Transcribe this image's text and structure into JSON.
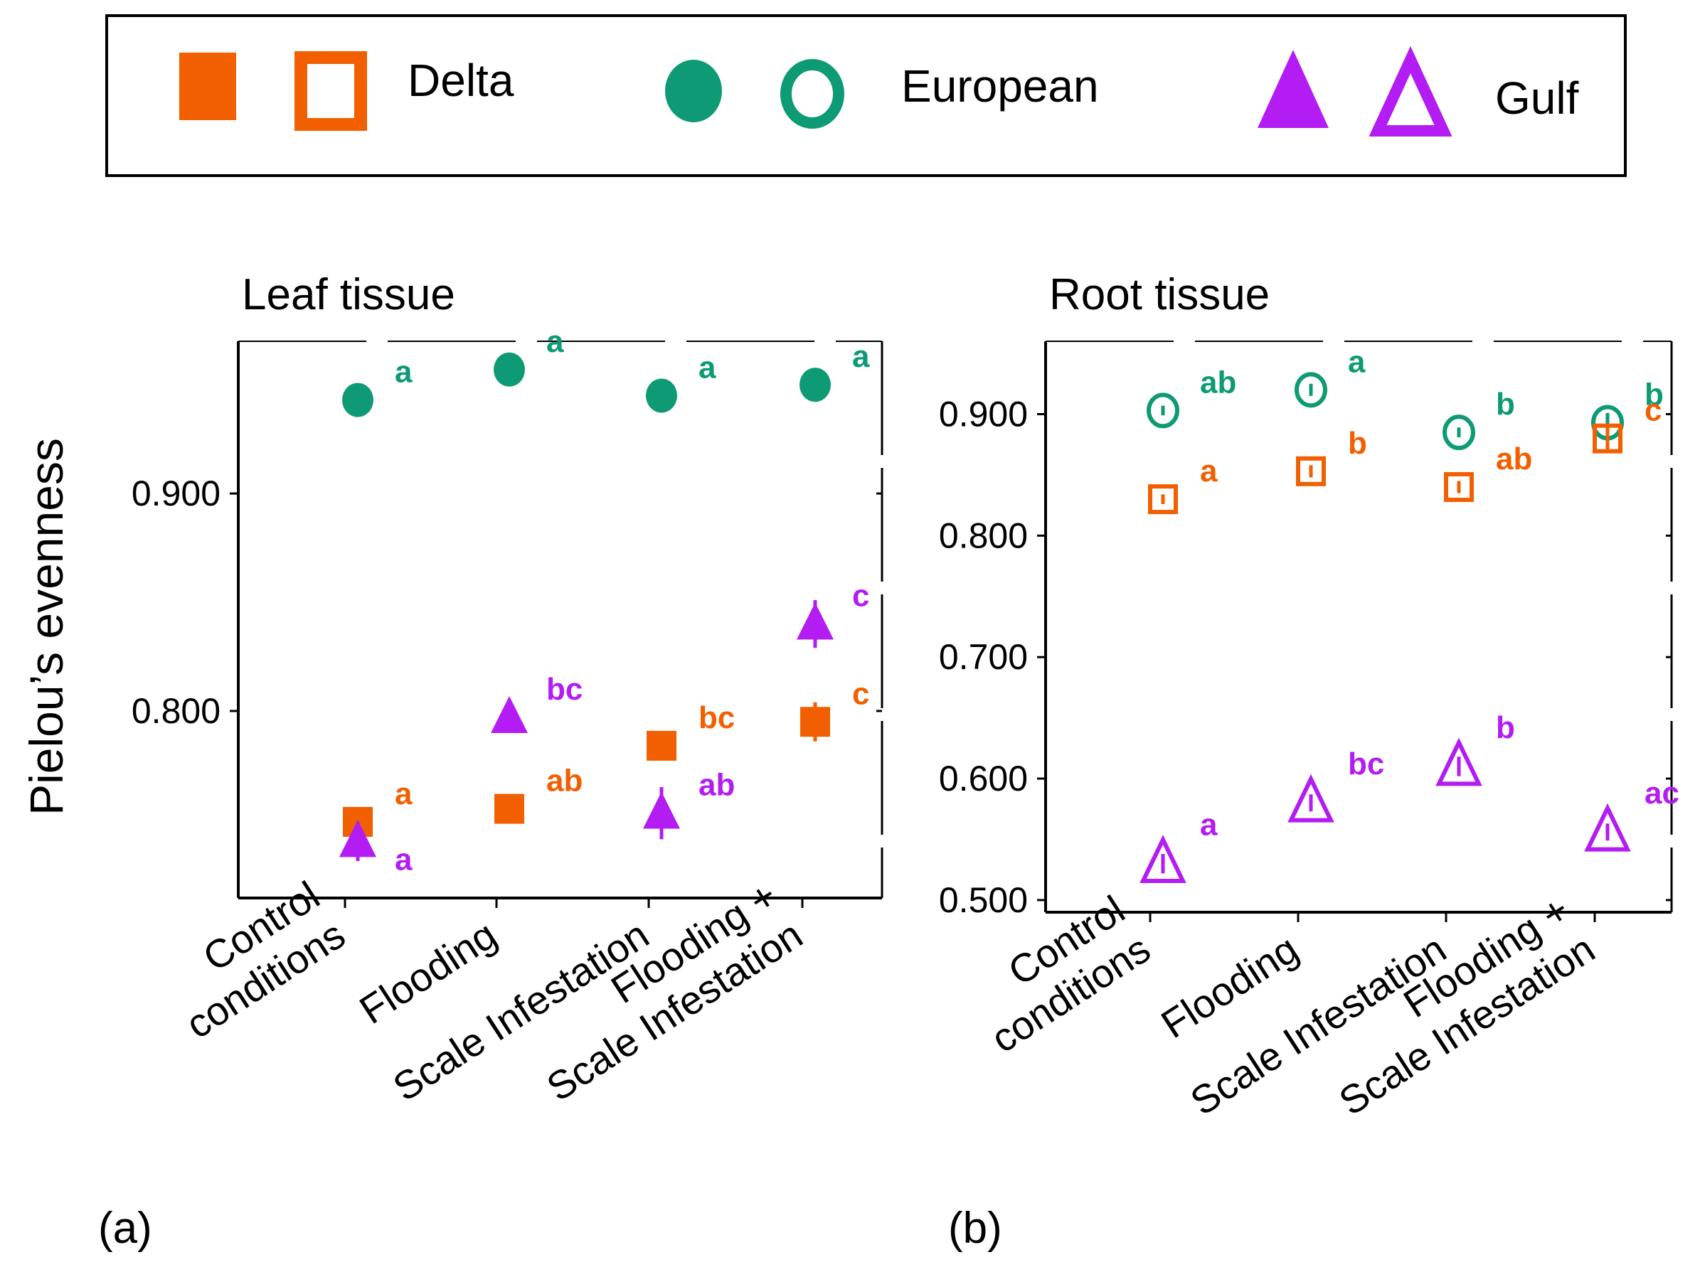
{
  "legend": {
    "items": [
      {
        "label": "Delta",
        "color": "#F25F00",
        "shape": "square"
      },
      {
        "label": "European",
        "color": "#0D9A74",
        "shape": "circle"
      },
      {
        "label": "Gulf",
        "color": "#B31CF2",
        "shape": "triangle"
      }
    ]
  },
  "chart_data": [
    {
      "type": "scatter",
      "title": "Leaf tissue",
      "panel_label": "(a)",
      "ylabel": "Pielou’s evenness",
      "categories": [
        "Control conditions",
        "Flooding",
        "Scale Infestation",
        "Flooding + Scale Infestation"
      ],
      "category_lines": [
        [
          "Control",
          "conditions"
        ],
        [
          "Flooding"
        ],
        [
          "Scale Infestation"
        ],
        [
          "Flooding +",
          "Scale Infestation"
        ]
      ],
      "ylim": [
        0.714,
        0.97
      ],
      "yticks": [
        "0.800",
        "0.900"
      ],
      "marker_fill": "filled",
      "grid": false,
      "series": [
        {
          "name": "European",
          "color": "#0D9A74",
          "shape": "circle",
          "values": [
            0.943,
            0.957,
            0.945,
            0.95
          ],
          "errors": [
            0.0,
            0.0,
            0.0,
            0.0
          ],
          "letters": [
            "a",
            "a",
            "a",
            "a"
          ]
        },
        {
          "name": "Delta",
          "color": "#F25F00",
          "shape": "square",
          "values": [
            0.749,
            0.755,
            0.784,
            0.795
          ],
          "errors": [
            0.0,
            0.006,
            0.003,
            0.009
          ],
          "letters": [
            "a",
            "ab",
            "bc",
            "c"
          ]
        },
        {
          "name": "Gulf",
          "color": "#B31CF2",
          "shape": "triangle",
          "values": [
            0.74,
            0.797,
            0.753,
            0.84
          ],
          "errors": [
            0.009,
            0.007,
            0.012,
            0.011
          ],
          "letters": [
            "a",
            "bc",
            "ab",
            "c"
          ]
        }
      ]
    },
    {
      "type": "scatter",
      "title": "Root tissue",
      "panel_label": "(b)",
      "categories": [
        "Control conditions",
        "Flooding",
        "Scale Infestation",
        "Flooding + Scale Infestation"
      ],
      "category_lines": [
        [
          "Control",
          "conditions"
        ],
        [
          "Flooding"
        ],
        [
          "Scale Infestation"
        ],
        [
          "Flooding +",
          "Scale Infestation"
        ]
      ],
      "ylim": [
        0.49,
        0.96
      ],
      "yticks": [
        "0.500",
        "0.600",
        "0.700",
        "0.800",
        "0.900"
      ],
      "marker_fill": "open",
      "grid": false,
      "series": [
        {
          "name": "European",
          "color": "#0D9A74",
          "shape": "circle",
          "values": [
            0.903,
            0.92,
            0.885,
            0.893
          ],
          "errors": [
            0.004,
            0.005,
            0.004,
            0.008
          ],
          "letters": [
            "ab",
            "a",
            "b",
            "b"
          ]
        },
        {
          "name": "Delta",
          "color": "#F25F00",
          "shape": "square",
          "values": [
            0.83,
            0.853,
            0.84,
            0.88
          ],
          "errors": [
            0.004,
            0.005,
            0.005,
            0.012
          ],
          "letters": [
            "a",
            "b",
            "ab",
            "c"
          ]
        },
        {
          "name": "Gulf",
          "color": "#B31CF2",
          "shape": "triangle",
          "values": [
            0.53,
            0.58,
            0.61,
            0.556
          ],
          "errors": [
            0.008,
            0.007,
            0.008,
            0.007
          ],
          "letters": [
            "a",
            "bc",
            "b",
            "ac"
          ]
        }
      ]
    }
  ]
}
